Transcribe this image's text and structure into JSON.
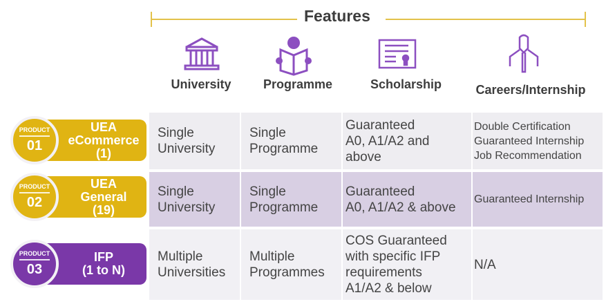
{
  "header": {
    "title": "Features"
  },
  "columns": [
    {
      "label": "University",
      "icon": "university-building-icon"
    },
    {
      "label": "Programme",
      "icon": "student-reading-icon"
    },
    {
      "label": "Scholarship",
      "icon": "certificate-icon"
    },
    {
      "label": "Careers/Internship",
      "icon": "professional-person-icon"
    }
  ],
  "products": [
    {
      "tag": "PRODUCT",
      "number": "01",
      "name": [
        "UEA",
        "eCommerce",
        "(1)"
      ],
      "color": "#e0b413",
      "cells": [
        [
          "Single",
          "University"
        ],
        [
          "Single",
          "Programme"
        ],
        [
          "Guaranteed",
          "A0, A1/A2 and",
          "above"
        ],
        [
          "Double Certification",
          "Guaranteed Internship",
          "Job Recommendation"
        ]
      ]
    },
    {
      "tag": "PRODUCT",
      "number": "02",
      "name": [
        "UEA",
        "General",
        "(19)"
      ],
      "color": "#e0b413",
      "cells": [
        [
          "Single",
          "University"
        ],
        [
          "Single",
          "Programme"
        ],
        [
          "Guaranteed",
          "A0, A1/A2 & above"
        ],
        [
          "Guaranteed Internship"
        ]
      ]
    },
    {
      "tag": "PRODUCT",
      "number": "03",
      "name": [
        "IFP",
        "(1 to N)"
      ],
      "color": "#7a38a8",
      "cells": [
        [
          "Multiple",
          "Universities"
        ],
        [
          "Multiple",
          "Programmes"
        ],
        [
          "COS Guaranteed",
          "with specific IFP",
          "requirements",
          "A1/A2 & below"
        ],
        [
          "N/A"
        ]
      ]
    }
  ],
  "colors": {
    "accent_purple": "#7a38a8",
    "accent_gold": "#e0b413",
    "row_highlight": "#d8cfe3"
  }
}
